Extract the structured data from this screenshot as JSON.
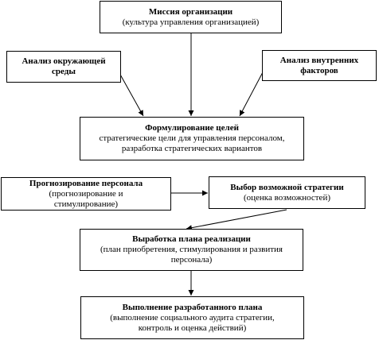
{
  "nodes": {
    "mission": {
      "title": "Миссия организации",
      "subtitle": "(культура управления организацией)"
    },
    "env": {
      "title": "Анализ окружающей среды"
    },
    "internal": {
      "title": "Анализ внутренних факторов"
    },
    "goals": {
      "title": "Формулирование целей",
      "subtitle": "стратегические цели для управления персоналом, разработка стратегических вариантов"
    },
    "forecast": {
      "title": "Прогнозирование персонала",
      "subtitle": "(прогнозирование и стимулирование)"
    },
    "strategy": {
      "title": "Выбор возможной стратегии",
      "subtitle": "(оценка возможностей)"
    },
    "plan": {
      "title": "Выработка плана реализации",
      "subtitle": "(план приобретения, стимулирования и развития персонала)"
    },
    "execute": {
      "title": "Выполнение разработанного плана",
      "subtitle": "(выполнение социального аудита стратегии, контроль и оценка действий)"
    }
  }
}
